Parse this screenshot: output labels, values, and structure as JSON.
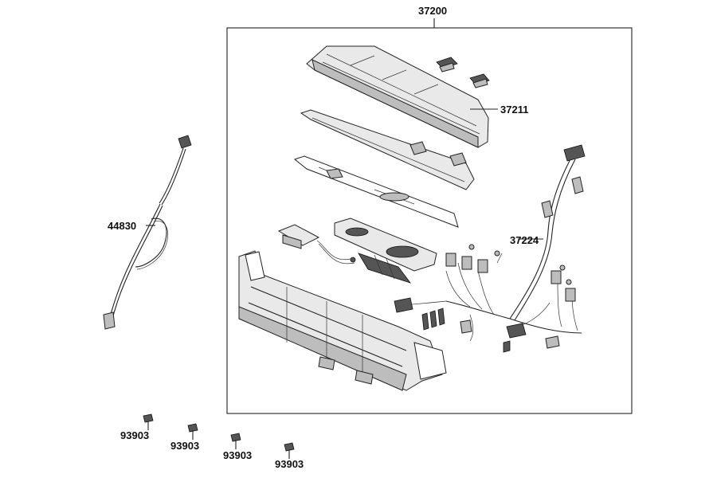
{
  "parts": {
    "assembly": "37200",
    "lens_cover": "37211",
    "wire_harness": "37224",
    "speedo_cable": "44830",
    "screws": [
      "93903",
      "93903",
      "93903",
      "93903"
    ]
  }
}
